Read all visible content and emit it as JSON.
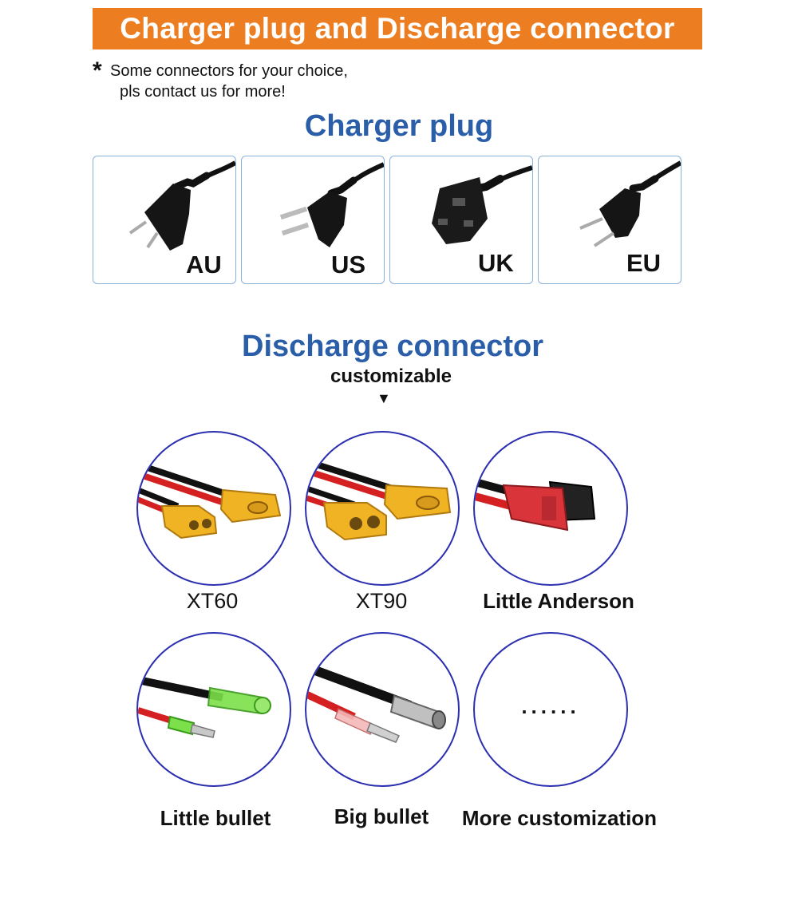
{
  "banner": {
    "title": "Charger plug and Discharge connector"
  },
  "note": {
    "star": "*",
    "line1": "Some connectors for your choice,",
    "line2": "pls contact us for more!"
  },
  "charger": {
    "title": "Charger plug",
    "plugs": [
      {
        "label": "AU",
        "icon": "au-plug-icon"
      },
      {
        "label": "US",
        "icon": "us-plug-icon"
      },
      {
        "label": "UK",
        "icon": "uk-plug-icon"
      },
      {
        "label": "EU",
        "icon": "eu-plug-icon"
      }
    ]
  },
  "discharge": {
    "title": "Discharge connector",
    "subtitle": "customizable",
    "arrow": "▼",
    "connectors": [
      {
        "label": "XT60",
        "icon": "xt60-connector-icon"
      },
      {
        "label": "XT90",
        "icon": "xt90-connector-icon"
      },
      {
        "label": "Little Anderson",
        "icon": "anderson-connector-icon"
      },
      {
        "label": "Little bullet",
        "icon": "little-bullet-connector-icon"
      },
      {
        "label": "Big bullet",
        "icon": "big-bullet-connector-icon"
      },
      {
        "label": "More customization",
        "icon": "more-icon",
        "dots": "......"
      }
    ]
  },
  "colors": {
    "banner": "#ed7d21",
    "title_blue": "#2a5ea8",
    "circle_border": "#2b2fb0",
    "plug_box_border": "#8ab0dc",
    "connector_yellow": "#f0b323",
    "wire_red": "#d42020",
    "anderson_red": "#d9343a"
  }
}
